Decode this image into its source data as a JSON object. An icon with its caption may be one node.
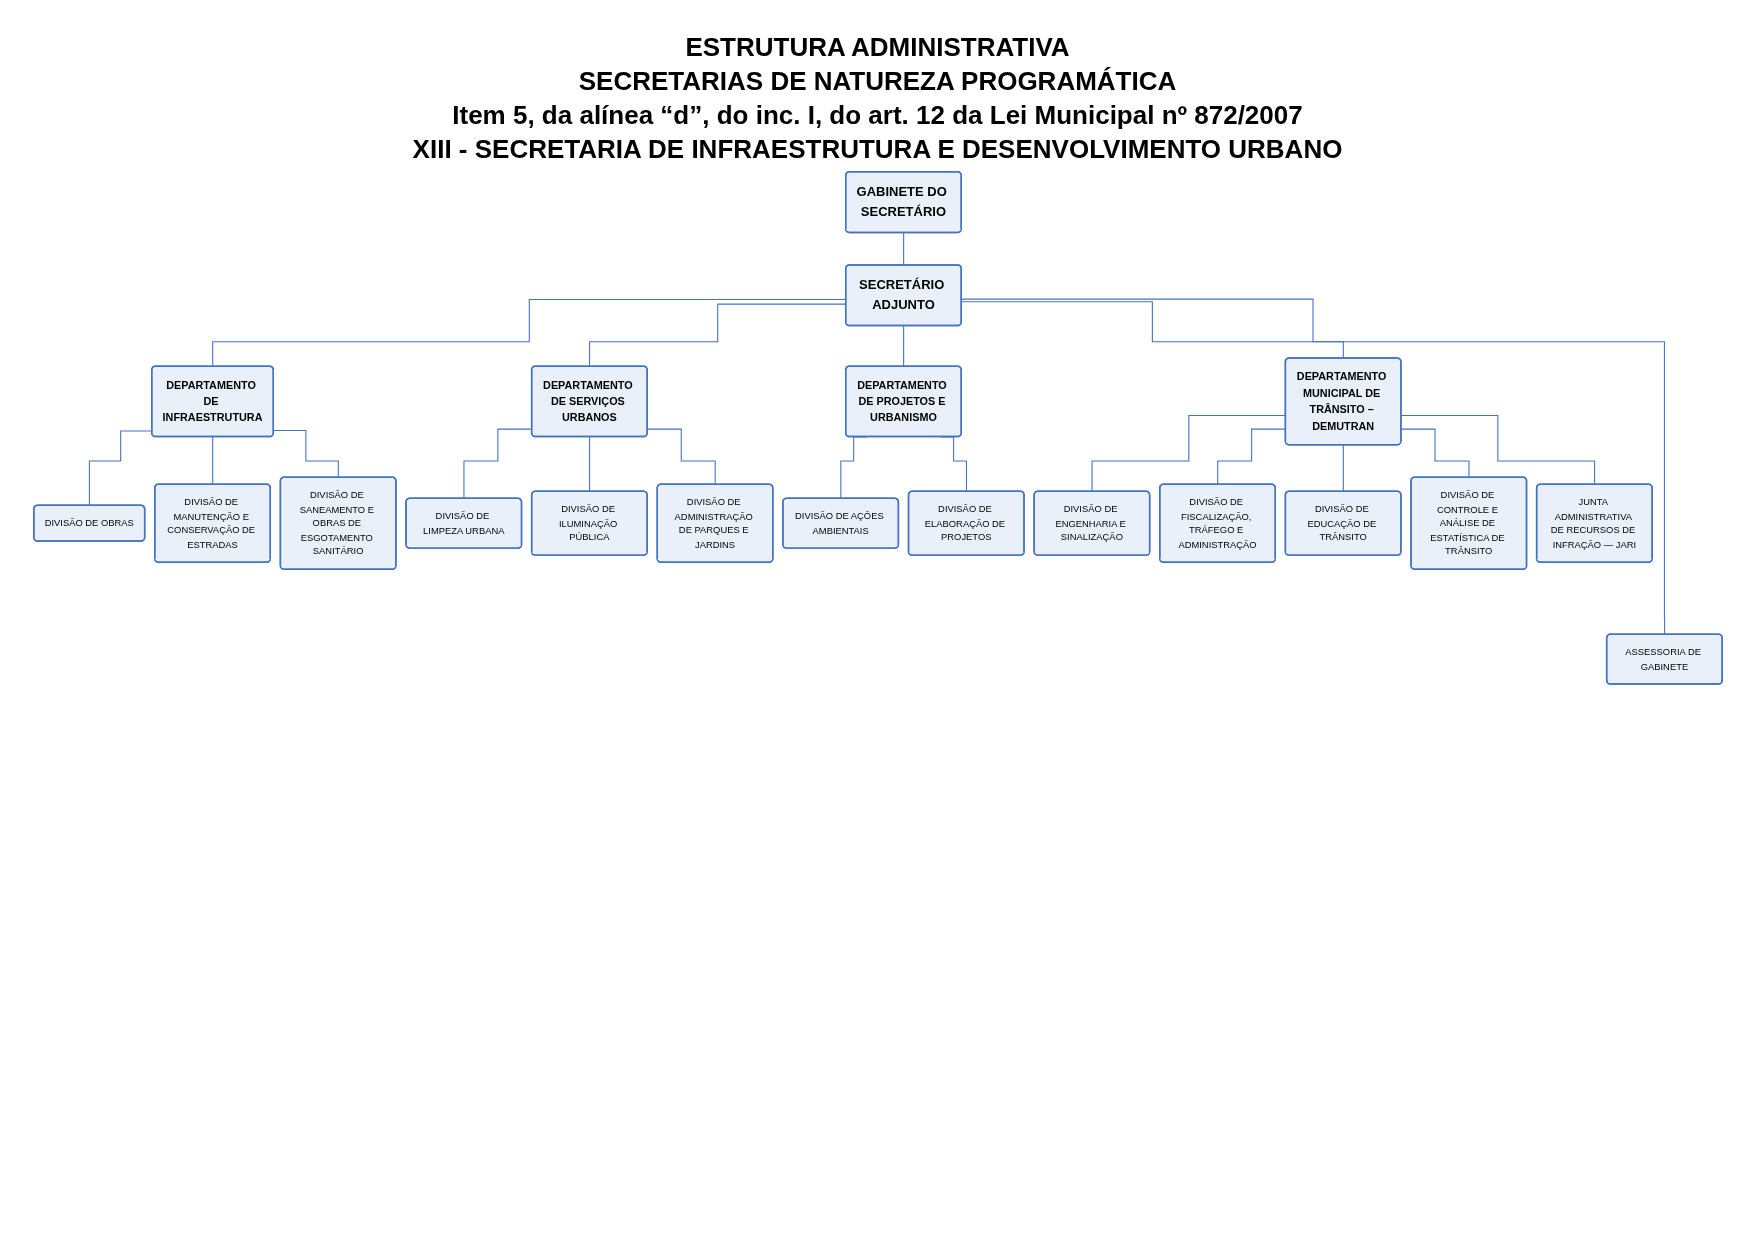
{
  "diagram": {
    "title": "ESTRUTURA ADMINISTRATIVA",
    "labels": [
      "SECRETARIAS DE NATUREZA PROGRAMÁTICA",
      "Item 5, da alínea “d”, do inc. I, do art. 12 da Lei Municipal nº  872/2007",
      "XIII - SECRETARIA DE INFRAESTRUTURA E DESENVOLVIMENTO URBANO"
    ],
    "nodes": [
      {
        "text": [
          "GABINETE DO SECRETÁRIO"
        ]
      },
      {
        "text": [
          "SECRETÁRIO ADJUNTO"
        ]
      },
      {
        "text": [
          "DEPARTAMENTO DE INFRAESTRUTURA"
        ]
      },
      {
        "text": [
          "DEPARTAMENTO DE SERVIÇOS URBANOS"
        ]
      },
      {
        "text": [
          "DEPARTAMENTO DE PROJETOS E URBANISMO"
        ]
      },
      {
        "text": [
          "DEPARTAMENTO MUNICIPAL DE TRÂNSITO – DEMUTRAN"
        ]
      },
      {
        "text": [
          "DIVISÃO DE OBRAS"
        ]
      },
      {
        "text": [
          "DIVISÃO DE MANUTENÇÃO E CONSERVAÇÃO DE ESTRADAS"
        ]
      },
      {
        "text": [
          "DIVISÃO DE SANEAMENTO E OBRAS DE ESGOTAMENTO SANITÁRIO"
        ]
      },
      {
        "text": [
          "DIVISÃO DE LIMPEZA URBANA"
        ]
      },
      {
        "text": [
          "DIVISÃO DE ILUMINAÇÃO PÚBLICA"
        ]
      },
      {
        "text": [
          "DIVISÃO DE ADMINISTRAÇÃO DE PARQUES E JARDINS"
        ]
      },
      {
        "text": [
          "DIVISÃO DE AÇÕES AMBIENTAIS"
        ]
      },
      {
        "text": [
          "DIVISÃO DE ELABORAÇÃO DE PROJETOS"
        ]
      },
      {
        "text": [
          "DIVISÃO DE ENGENHARIA E SINALIZAÇÃO"
        ]
      },
      {
        "text": [
          "DIVISÃO DE FISCALIZAÇÃO, TRÁFEGO E ADMINISTRAÇÃO"
        ]
      },
      {
        "text": [
          "DIVISÃO DE EDUCAÇÃO DE TRÂNSITO"
        ]
      },
      {
        "text": [
          "DIVISÃO DE CONTROLE E ANÁLISE DE ESTATÍSTICA DE TRÂNSITO"
        ]
      },
      {
        "text": [
          "JUNTA ADMINISTRATIVA DE RECURSOS DE INFRAÇÃO — JARI"
        ]
      },
      {
        "text": [
          "ASSESSORIA DE GABINETE"
        ]
      }
    ],
    "edges": [
      {
        "from": 0,
        "to": 1,
        "arrow": "none"
      },
      {
        "from": 1,
        "to": 2,
        "arrow": "none"
      },
      {
        "from": 1,
        "to": 3,
        "arrow": "none"
      },
      {
        "from": 1,
        "to": 4,
        "arrow": "none"
      },
      {
        "from": 1,
        "to": 5,
        "arrow": "none"
      },
      {
        "from": 2,
        "to": 6,
        "arrow": "none"
      },
      {
        "from": 2,
        "to": 7,
        "arrow": "none"
      },
      {
        "from": 2,
        "to": 8,
        "arrow": "none"
      },
      {
        "from": 3,
        "to": 9,
        "arrow": "none"
      },
      {
        "from": 3,
        "to": 10,
        "arrow": "none"
      },
      {
        "from": 3,
        "to": 11,
        "arrow": "none"
      },
      {
        "from": 4,
        "to": 12,
        "arrow": "none"
      },
      {
        "from": 4,
        "to": 13,
        "arrow": "none"
      },
      {
        "from": 5,
        "to": 14,
        "arrow": "none"
      },
      {
        "from": 5,
        "to": 15,
        "arrow": "none"
      },
      {
        "from": 5,
        "to": 16,
        "arrow": "none"
      },
      {
        "from": 5,
        "to": 17,
        "arrow": "none"
      },
      {
        "from": 5,
        "to": 18,
        "arrow": "none"
      },
      {
        "from": 1,
        "to": 19,
        "arrow": "none"
      }
    ]
  }
}
